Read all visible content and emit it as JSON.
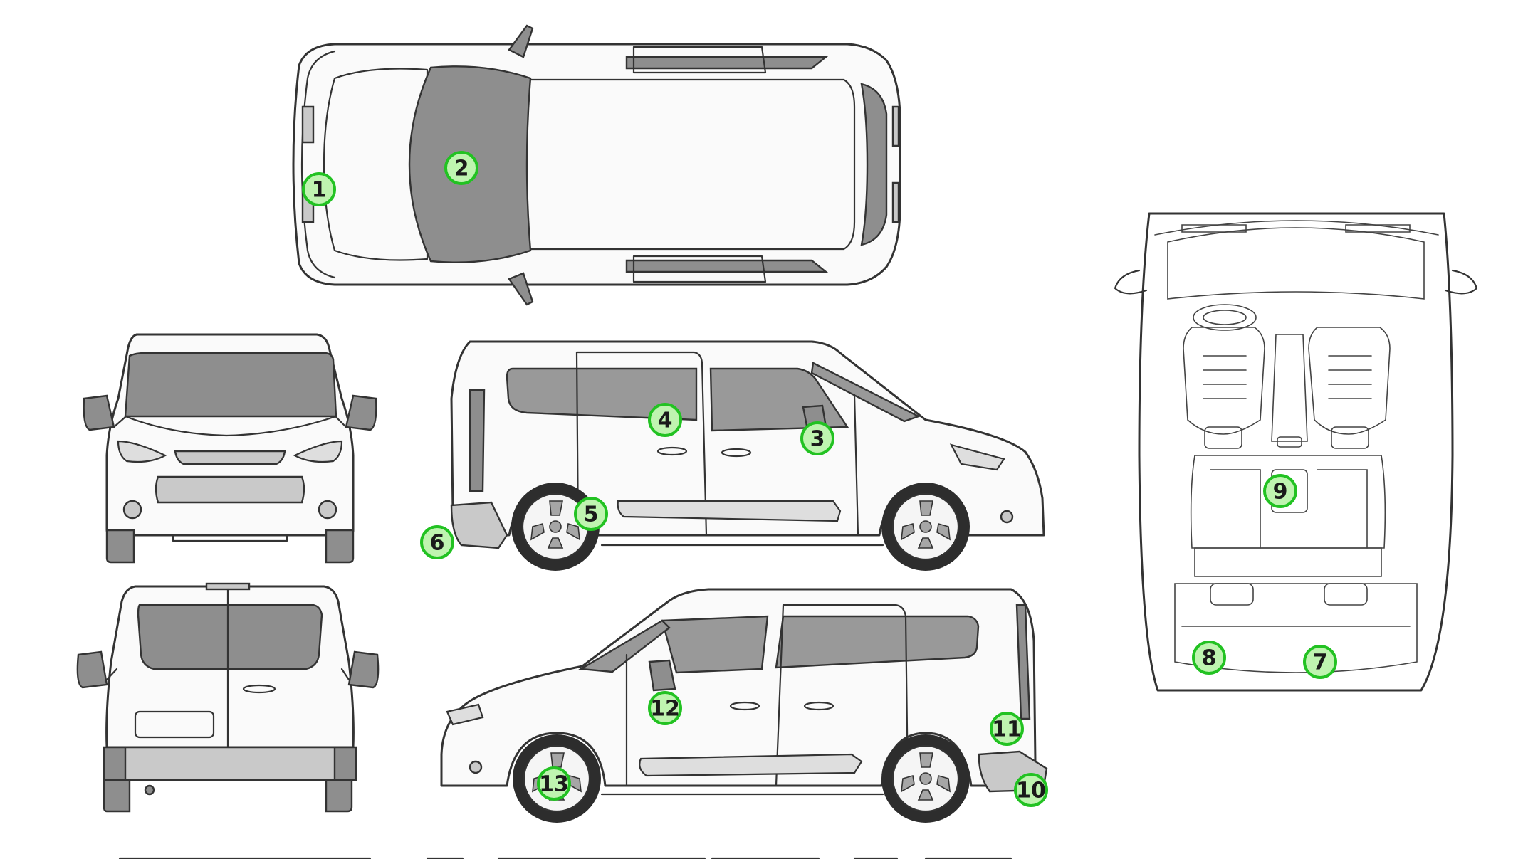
{
  "diagram": {
    "views": [
      "top-view",
      "front-view",
      "rear-view",
      "right-side-view",
      "left-side-view",
      "interior-top-view"
    ],
    "marker_style": {
      "fill": "#bff4b0",
      "stroke": "#22c222"
    },
    "markers": [
      {
        "id": "m1",
        "label": "1"
      },
      {
        "id": "m2",
        "label": "2"
      },
      {
        "id": "m3",
        "label": "3"
      },
      {
        "id": "m4",
        "label": "4"
      },
      {
        "id": "m5",
        "label": "5"
      },
      {
        "id": "m6",
        "label": "6"
      },
      {
        "id": "m7",
        "label": "7"
      },
      {
        "id": "m8",
        "label": "8"
      },
      {
        "id": "m9",
        "label": "9"
      },
      {
        "id": "m10",
        "label": "10"
      },
      {
        "id": "m11",
        "label": "11"
      },
      {
        "id": "m12",
        "label": "12"
      },
      {
        "id": "m13",
        "label": "13"
      }
    ]
  }
}
